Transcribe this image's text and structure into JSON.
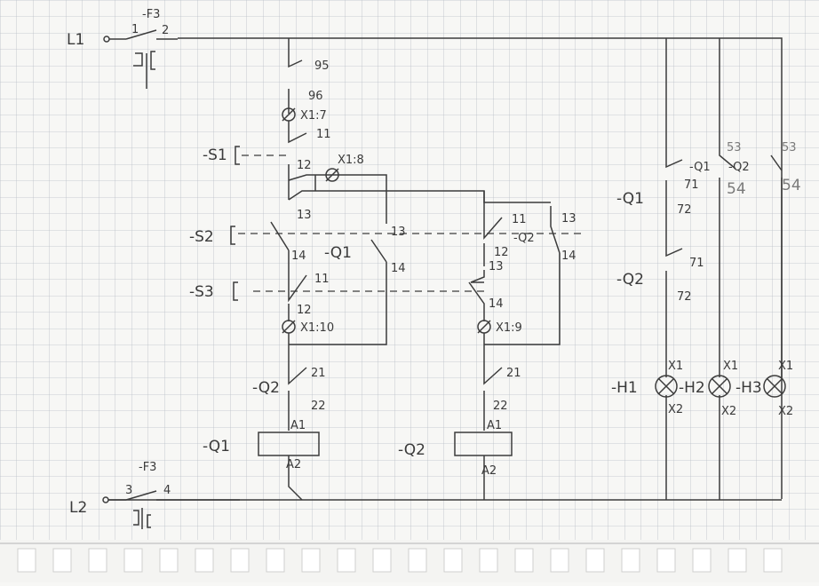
{
  "diagram": {
    "supply": {
      "l1": "L1",
      "l2": "L2",
      "f3_top": "-F3",
      "f3_bottom": "-F3",
      "f3_t1": "1",
      "f3_t2": "2",
      "f3_t3": "3",
      "f3_t4": "4"
    },
    "overload": {
      "t95": "95",
      "t96": "96",
      "x_terminal_7": "X1:7"
    },
    "s1": {
      "name": "-S1",
      "t11": "11",
      "t12": "12",
      "x_terminal_8": "X1:8",
      "t13": "13"
    },
    "s2": {
      "name": "-S2",
      "t13a": "13",
      "t14": "14",
      "t11": "11",
      "t12": "12",
      "t13b": "13",
      "t14b": "14"
    },
    "q1_contact": {
      "name": "-Q1",
      "t14": "14",
      "t13": "13"
    },
    "q2_contact": {
      "name": "-Q2",
      "t13": "13",
      "t14": "14"
    },
    "s3": {
      "name": "-S3",
      "t11": "11",
      "t12": "12",
      "x_terminal_10": "X1:10",
      "t14": "14",
      "x_terminal_9": "X1:9"
    },
    "interlocks": {
      "q2_name": "-Q2",
      "q2_t21": "21",
      "q2_t22": "22",
      "q1_t21": "21",
      "q1_t22": "22"
    },
    "coils": {
      "q1": "-Q1",
      "q2": "-Q2",
      "a1": "A1",
      "a2": "A2",
      "a1b": "A1",
      "a2b": "A2"
    },
    "signal": {
      "q1": "-Q1",
      "q1_t71": "71",
      "q1_t72": "72",
      "q2": "-Q2",
      "q2_t71": "71",
      "q2_t72": "72",
      "q1_aux": "-Q1",
      "q2_aux": "-Q2",
      "t53a": "53",
      "t54a": "54",
      "t53b": "53",
      "t54b": "54"
    },
    "lamps": {
      "h1": "-H1",
      "h2": "-H2",
      "h3": "-H3",
      "x1": "X1",
      "x2": "X2",
      "x1b": "X1",
      "x2b": "X2",
      "x1c": "X1",
      "x2c": "X2"
    }
  }
}
